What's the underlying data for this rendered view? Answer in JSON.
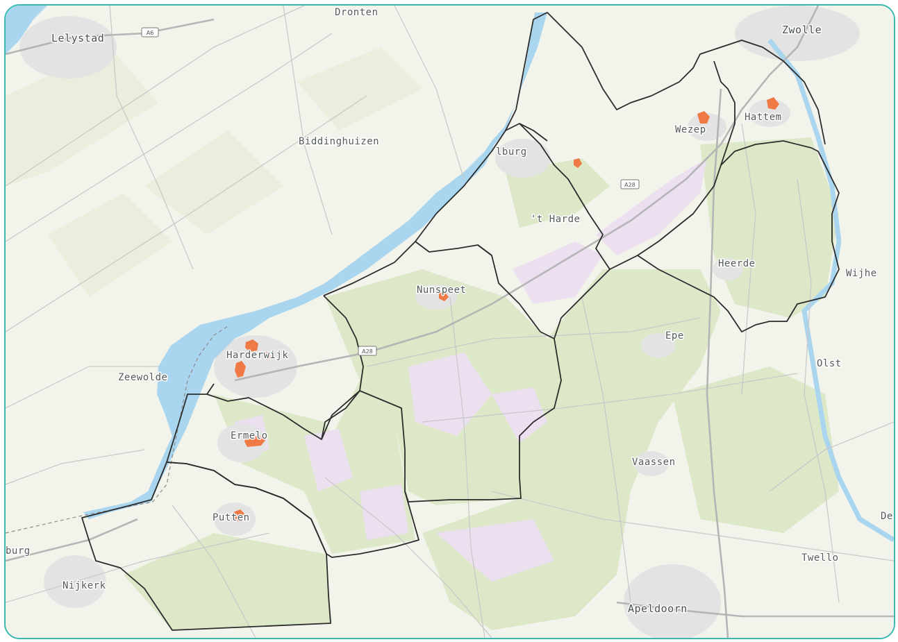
{
  "map": {
    "colors": {
      "frame": "#38b9b0",
      "land": "#f2f4ec",
      "water": "#a9d5ee",
      "forest": "#dde8c8",
      "heath": "#ecdff0",
      "urban": "#e3e3e3",
      "boundary": "#2b2b2b",
      "marker": "#f07a45"
    },
    "places": [
      {
        "id": "dronten",
        "label": "Dronten"
      },
      {
        "id": "lelystad",
        "label": "Lelystad"
      },
      {
        "id": "zwolle",
        "label": "Zwolle"
      },
      {
        "id": "biddinghuizen",
        "label": "Biddinghuizen"
      },
      {
        "id": "elburg",
        "label": "lburg"
      },
      {
        "id": "wezep",
        "label": "Wezep"
      },
      {
        "id": "hattem",
        "label": "Hattem"
      },
      {
        "id": "t-harde",
        "label": "'t Harde"
      },
      {
        "id": "heerde",
        "label": "Heerde"
      },
      {
        "id": "wijhe",
        "label": "Wijhe"
      },
      {
        "id": "nunspeet",
        "label": "Nunspeet"
      },
      {
        "id": "harderwijk",
        "label": "Harderwijk"
      },
      {
        "id": "epe",
        "label": "Epe"
      },
      {
        "id": "olst",
        "label": "Olst"
      },
      {
        "id": "zeewolde",
        "label": "Zeewolde"
      },
      {
        "id": "ermelo",
        "label": "Ermelo"
      },
      {
        "id": "vaassen",
        "label": "Vaassen"
      },
      {
        "id": "putten",
        "label": "Putten"
      },
      {
        "id": "de",
        "label": "De"
      },
      {
        "id": "burg",
        "label": "burg"
      },
      {
        "id": "twello",
        "label": "Twello"
      },
      {
        "id": "nijkerk",
        "label": "Nijkerk"
      },
      {
        "id": "apeldoorn",
        "label": "Apeldoorn"
      }
    ],
    "road_shields": [
      {
        "id": "a6",
        "label": "A6"
      },
      {
        "id": "a28-north",
        "label": "A28"
      },
      {
        "id": "a28-south",
        "label": "A28"
      }
    ]
  }
}
